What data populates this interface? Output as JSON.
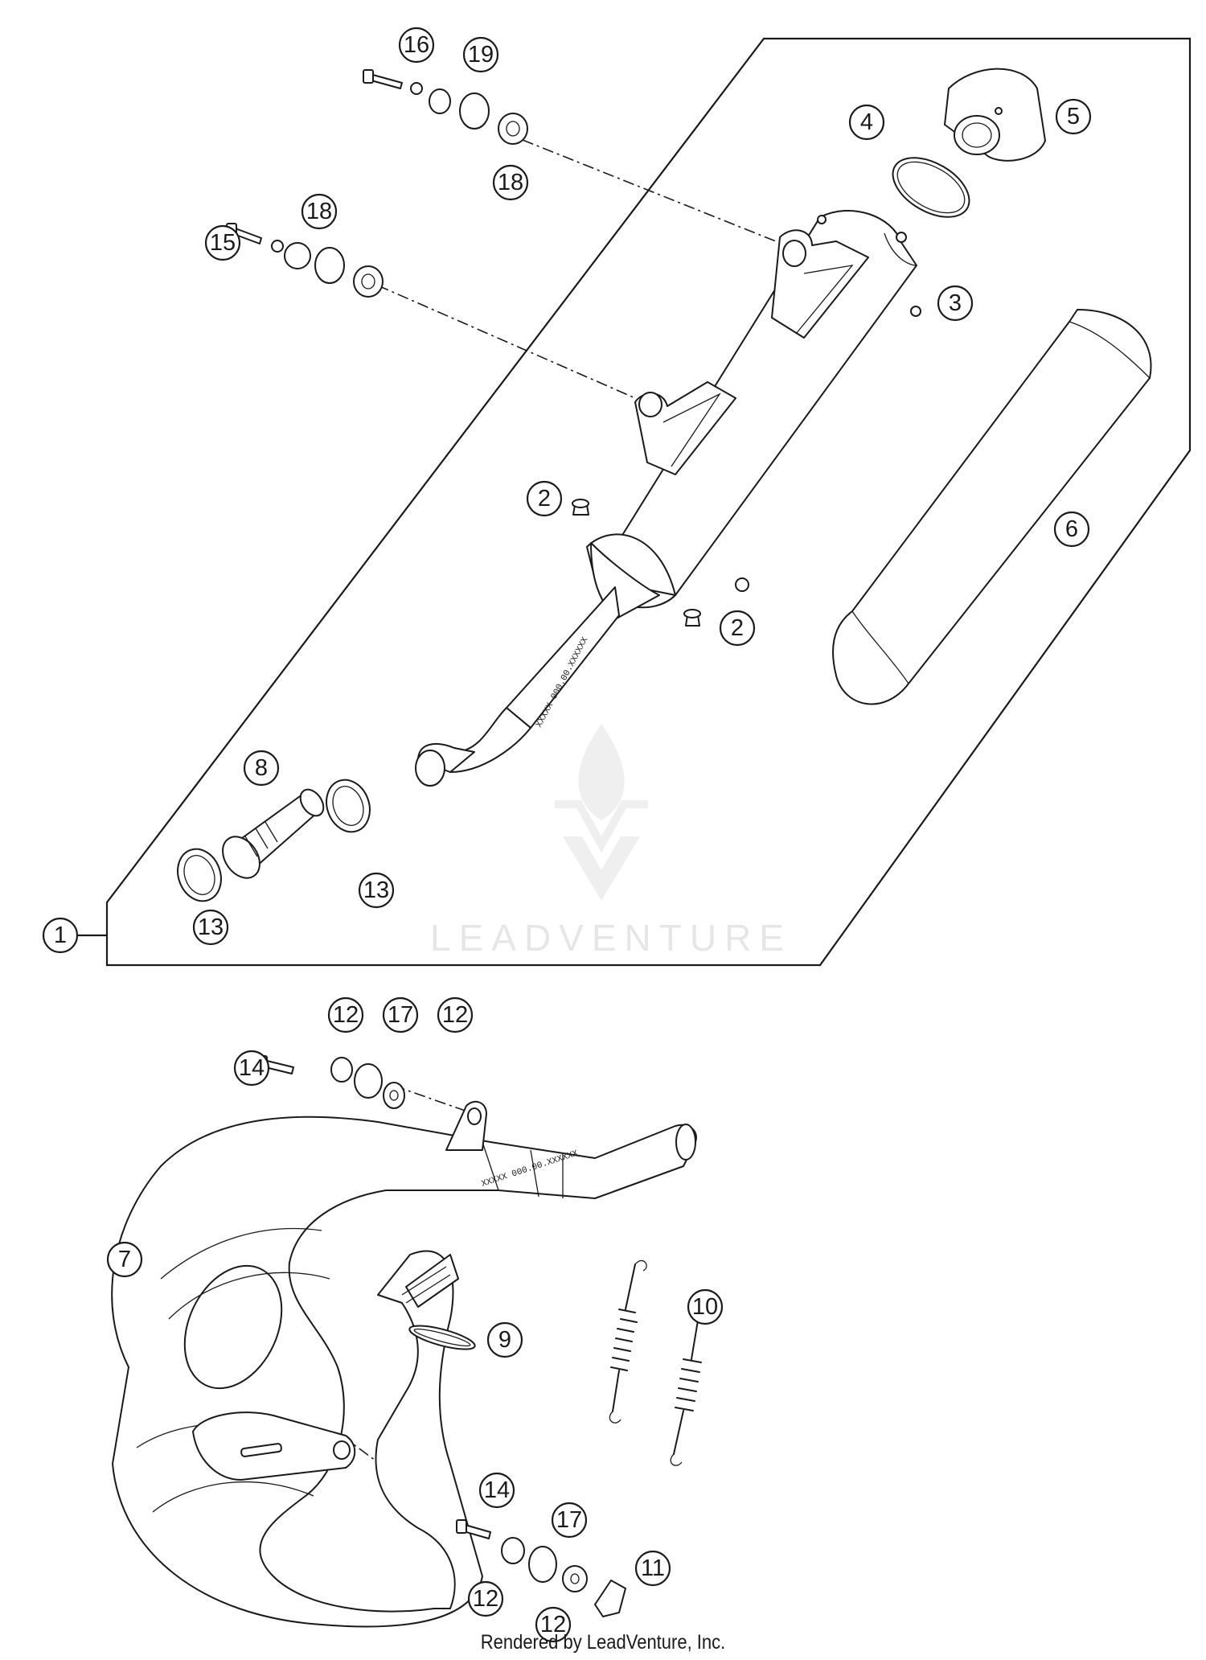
{
  "watermark": {
    "name": "LEADVENTURE"
  },
  "footer": {
    "text": "Rendered by LeadVenture, Inc."
  },
  "part_markings": {
    "muffler_pipe": "XXXXX 000.00.XXXXXX",
    "header_pipe": "XXXXX 000.00.XXXXXX"
  },
  "callouts": {
    "c1": "1",
    "c2a": "2",
    "c2b": "2",
    "c3": "3",
    "c4": "4",
    "c5": "5",
    "c6": "6",
    "c7": "7",
    "c8": "8",
    "c9": "9",
    "c10": "10",
    "c11": "11",
    "c12a": "12",
    "c12b": "12",
    "c12c": "12",
    "c12d": "12",
    "c13a": "13",
    "c13b": "13",
    "c14a": "14",
    "c14b": "14",
    "c15": "15",
    "c16": "16",
    "c17a": "17",
    "c17b": "17",
    "c18a": "18",
    "c18b": "18",
    "c19": "19"
  },
  "colors": {
    "line": "#1a1a1a",
    "watermark": "#e6e6e6",
    "background": "#ffffff"
  }
}
